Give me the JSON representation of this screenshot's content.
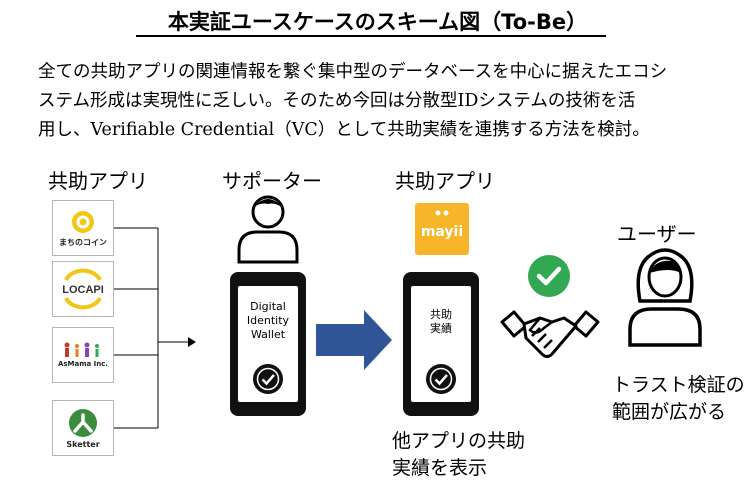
{
  "title": "本実証ユースケースのスキーム図（To-Be）",
  "intro": "全ての共助アプリの関連情報を繋ぐ集中型のデータベースを中心に据えたエコシ\nステム形成は実現性に乏しい。そのため今回は分散型IDシステムの技術を活\n用し、Verifiable Credential（VC）として共助実績を連携する方法を検討。",
  "left_group": {
    "label": "共助アプリ",
    "apps": [
      {
        "name": "まちのコイン",
        "icon": "machinocoin-logo"
      },
      {
        "name": "LOCAPI",
        "icon": "locapi-logo"
      },
      {
        "name": "AsMama Inc.",
        "icon": "asmama-logo"
      },
      {
        "name": "Sketter",
        "icon": "sketter-logo"
      }
    ]
  },
  "supporter": {
    "label": "サポーター",
    "wallet_text": "Digital\nIdentity\nWallet"
  },
  "right_app": {
    "label": "共助アプリ",
    "logo_text": "mayii",
    "screen_text": "共助\n実績",
    "caption": "他アプリの共助\n実績を表示"
  },
  "user": {
    "label": "ユーザー",
    "caption": "トラスト検証の\n範囲が広がる"
  },
  "colors": {
    "arrow": "#2f5597",
    "check": "#33a853",
    "mayii_bg": "#f7b52a",
    "phone": "#111111"
  }
}
